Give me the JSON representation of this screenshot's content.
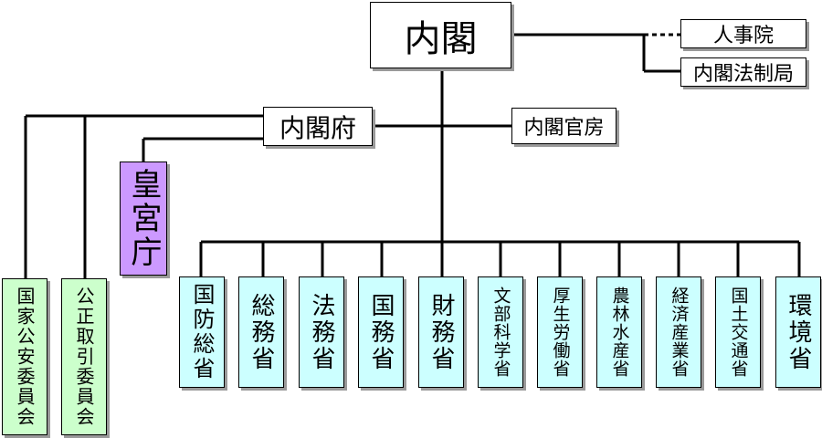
{
  "colors": {
    "line": "#000000",
    "ministry_fill": "#ccffff",
    "commission_fill": "#ccffcc",
    "imperial_fill": "#cc99ff",
    "default_fill": "#ffffff"
  },
  "cabinet": "内閣",
  "jinjiin": "人事院",
  "hoseikyoku": "内閣法制局",
  "cabinet_office": "内閣府",
  "cabinet_secretariat": "内閣官房",
  "imperial_household": "皇宮庁",
  "commissions": [
    "国家公安委員会",
    "公正取引委員会"
  ],
  "ministries": [
    "国防総省",
    "総務省",
    "法務省",
    "国務省",
    "財務省",
    "文部科学省",
    "厚生労働省",
    "農林水産省",
    "経済産業省",
    "国土交通省",
    "環境省"
  ]
}
